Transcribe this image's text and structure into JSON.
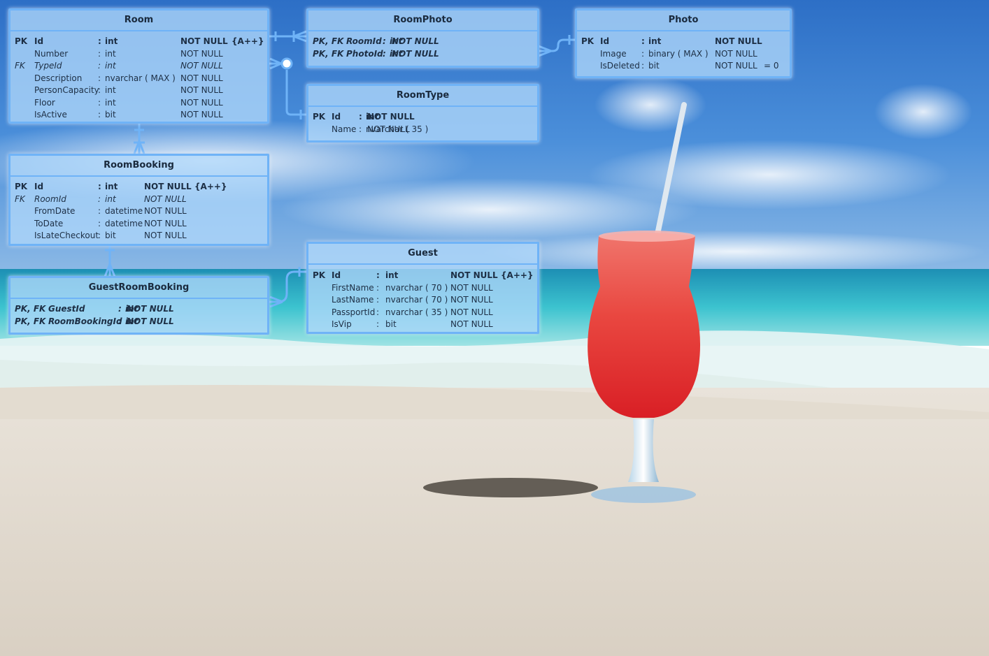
{
  "colors": {
    "connector": "#6fb3f7",
    "entity_fill": "rgba(175,215,250,0.78)",
    "sky_top": "#2f74c9",
    "sea": "#37b6c8",
    "sand": "#e4ddd0",
    "drink": "#e5312e"
  },
  "entities": {
    "room": {
      "name": "Room",
      "rows": [
        {
          "key": "PK",
          "field": "Id",
          "sep": ":",
          "type": "int",
          "nullable": "NOT NULL",
          "extra": "{A++}",
          "style": "b"
        },
        {
          "key": "",
          "field": "Number",
          "sep": ":",
          "type": "int",
          "nullable": "NOT NULL",
          "extra": "",
          "style": ""
        },
        {
          "key": "FK",
          "field": "TypeId",
          "sep": ":",
          "type": "int",
          "nullable": "NOT NULL",
          "extra": "",
          "style": "i"
        },
        {
          "key": "",
          "field": "Description",
          "sep": ":",
          "type": "nvarchar  ( MAX )",
          "nullable": "NOT NULL",
          "extra": "",
          "style": ""
        },
        {
          "key": "",
          "field": "PersonCapacity",
          "sep": ":",
          "type": "int",
          "nullable": "NOT NULL",
          "extra": "",
          "style": ""
        },
        {
          "key": "",
          "field": "Floor",
          "sep": ":",
          "type": "int",
          "nullable": "NOT NULL",
          "extra": "",
          "style": ""
        },
        {
          "key": "",
          "field": "IsActive",
          "sep": ":",
          "type": "bit",
          "nullable": "NOT NULL",
          "extra": "",
          "style": ""
        }
      ]
    },
    "roomphoto": {
      "name": "RoomPhoto",
      "rows": [
        {
          "key": "PK, FK",
          "field": "RoomId",
          "sep": ":",
          "type": "int",
          "nullable": "NOT NULL",
          "extra": "",
          "style": "bi"
        },
        {
          "key": "PK, FK",
          "field": "PhotoId",
          "sep": ":",
          "type": "int",
          "nullable": "NOT NULL",
          "extra": "",
          "style": "bi"
        }
      ]
    },
    "photo": {
      "name": "Photo",
      "rows": [
        {
          "key": "PK",
          "field": "Id",
          "sep": ":",
          "type": "int",
          "nullable": "NOT NULL",
          "extra": "",
          "style": "b"
        },
        {
          "key": "",
          "field": "Image",
          "sep": ":",
          "type": "binary  ( MAX )",
          "nullable": "NOT NULL",
          "extra": "",
          "style": ""
        },
        {
          "key": "",
          "field": "IsDeleted",
          "sep": ":",
          "type": "bit",
          "nullable": "NOT NULL",
          "extra": "= 0",
          "style": ""
        }
      ]
    },
    "roomtype": {
      "name": "RoomType",
      "rows": [
        {
          "key": "PK",
          "field": "Id",
          "sep": ":",
          "type": "int",
          "nullable": "NOT NULL",
          "extra": "",
          "style": "b"
        },
        {
          "key": "",
          "field": "Name",
          "sep": ":",
          "type": "nvarchar  ( 35 )",
          "nullable": "NOT NULL",
          "extra": "",
          "style": ""
        }
      ]
    },
    "roombooking": {
      "name": "RoomBooking",
      "rows": [
        {
          "key": "PK",
          "field": "Id",
          "sep": ":",
          "type": "int",
          "nullable": "NOT NULL",
          "extra": "{A++}",
          "style": "b"
        },
        {
          "key": "FK",
          "field": "RoomId",
          "sep": ":",
          "type": "int",
          "nullable": "NOT NULL",
          "extra": "",
          "style": "i"
        },
        {
          "key": "",
          "field": "FromDate",
          "sep": ":",
          "type": "datetime",
          "nullable": "NOT NULL",
          "extra": "",
          "style": ""
        },
        {
          "key": "",
          "field": "ToDate",
          "sep": ":",
          "type": "datetime",
          "nullable": "NOT NULL",
          "extra": "",
          "style": ""
        },
        {
          "key": "",
          "field": "IsLateCheckout",
          "sep": ":",
          "type": "bit",
          "nullable": "NOT NULL",
          "extra": "",
          "style": ""
        }
      ]
    },
    "guest": {
      "name": "Guest",
      "rows": [
        {
          "key": "PK",
          "field": "Id",
          "sep": ":",
          "type": "int",
          "nullable": "NOT NULL",
          "extra": "{A++}",
          "style": "b"
        },
        {
          "key": "",
          "field": "FirstName",
          "sep": ":",
          "type": "nvarchar  ( 70 )",
          "nullable": "NOT NULL",
          "extra": "",
          "style": ""
        },
        {
          "key": "",
          "field": "LastName",
          "sep": ":",
          "type": "nvarchar  ( 70 )",
          "nullable": "NOT NULL",
          "extra": "",
          "style": ""
        },
        {
          "key": "",
          "field": "PassportId",
          "sep": ":",
          "type": "nvarchar  ( 35 )",
          "nullable": "NOT NULL",
          "extra": "",
          "style": ""
        },
        {
          "key": "",
          "field": "IsVip",
          "sep": ":",
          "type": "bit",
          "nullable": "NOT NULL",
          "extra": "",
          "style": ""
        }
      ]
    },
    "guestroombooking": {
      "name": "GuestRoomBooking",
      "rows": [
        {
          "key": "PK, FK",
          "field": "GuestId",
          "sep": ":",
          "type": "int",
          "nullable": "NOT NULL",
          "extra": "",
          "style": "bi"
        },
        {
          "key": "PK, FK",
          "field": "RoomBookingId",
          "sep": ":",
          "type": "int",
          "nullable": "NOT NULL",
          "extra": "",
          "style": "bi"
        }
      ]
    }
  }
}
